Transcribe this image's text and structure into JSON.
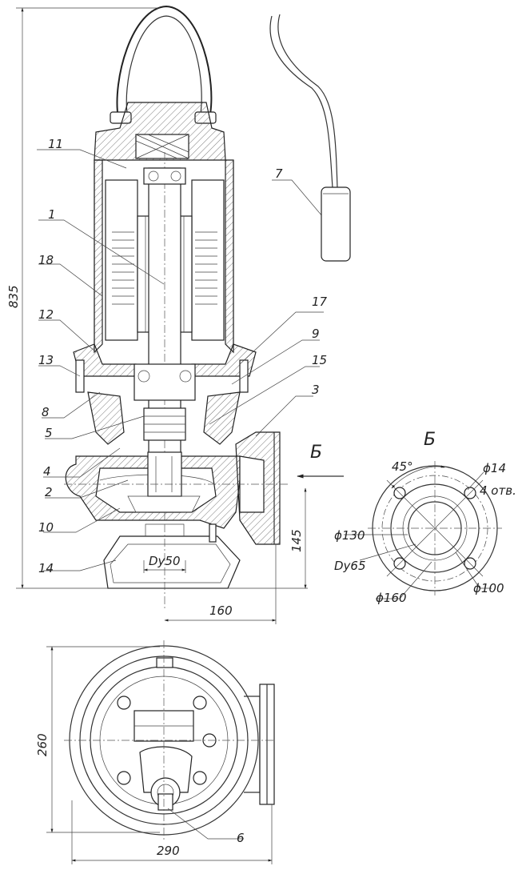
{
  "parts": [
    "1",
    "2",
    "3",
    "4",
    "5",
    "6",
    "7",
    "8",
    "9",
    "10",
    "11",
    "12",
    "13",
    "14",
    "15",
    "17",
    "18"
  ],
  "section_view": {
    "label": "Б",
    "flange_label": "Б",
    "angle": "45°"
  },
  "dimensions": {
    "height": "835",
    "outlet_height": "145",
    "offset": "160",
    "inlet": "Dy50",
    "width_top": "260",
    "width_bottom": "290"
  },
  "flange": {
    "hole_d": "ϕ14",
    "holes": "4 отв.",
    "d130": "ϕ130",
    "d100": "ϕ100",
    "d160": "ϕ160",
    "dy": "Dy65"
  }
}
